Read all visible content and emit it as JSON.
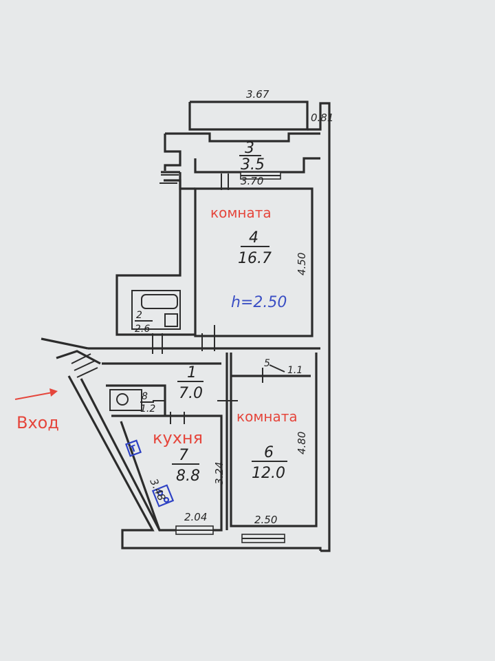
{
  "plan": {
    "dims": {
      "top_width": "3.67",
      "right_offset": "0.81",
      "room4_width": "3.70",
      "room4_height": "4.50",
      "room6_height": "4.80",
      "kitchen_height": "3.24",
      "kitchen_diag": "3.48",
      "kitchen_bottom": "2.04",
      "room6_bottom": "2.50"
    },
    "rooms": [
      {
        "id": "3",
        "area": "3.5"
      },
      {
        "id": "4",
        "area": "16.7",
        "label": "комната",
        "ceiling": "h=2.50"
      },
      {
        "id": "2",
        "area": "2.6"
      },
      {
        "id": "1",
        "area": "7.0"
      },
      {
        "id": "5",
        "area": "1.1"
      },
      {
        "id": "8",
        "area": "1.2"
      },
      {
        "id": "7",
        "area": "8.8",
        "label": "кухня"
      },
      {
        "id": "6",
        "area": "12.0",
        "label": "комната"
      }
    ],
    "entrance": {
      "label": "Вход"
    }
  },
  "colors": {
    "annotation": "#e5463c",
    "fixture": "#2d41c4",
    "wall": "#2c2c2c",
    "paper": "#e7e9ea"
  }
}
